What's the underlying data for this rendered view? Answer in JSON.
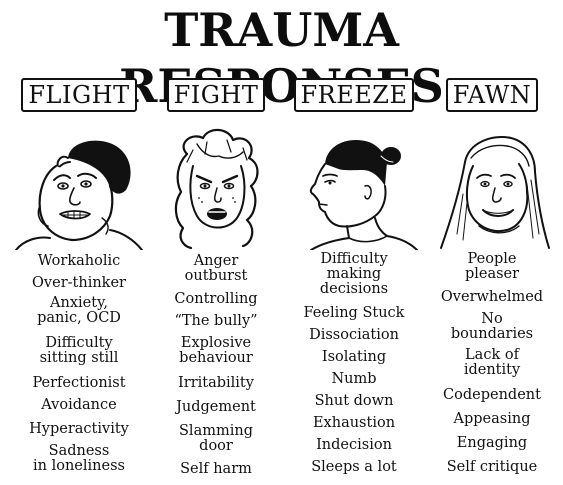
{
  "title": "TRAUMA RESPONSES",
  "columns": [
    {
      "heading": "FLIGHT",
      "traits": [
        "Workaholic",
        "Over-thinker",
        "Anxiety,\npanic, OCD",
        "Difficulty\nsitting still",
        "Perfectionist",
        "Avoidance",
        "Hyperactivity",
        "Sadness\nin loneliness"
      ]
    },
    {
      "heading": "FIGHT",
      "traits": [
        "Anger\noutburst",
        "Controlling",
        "“The bully”",
        "Explosive\nbehaviour",
        "Irritability",
        "Judgement",
        "Slamming\ndoor",
        "Self harm"
      ]
    },
    {
      "heading": "FREEZE",
      "traits": [
        "Difficulty\nmaking\ndecisions",
        "Feeling Stuck",
        "Dissociation",
        "Isolating",
        "Numb",
        "Shut down",
        "Exhaustion",
        "Indecision",
        "Sleeps a lot"
      ]
    },
    {
      "heading": "FAWN",
      "traits": [
        "People\npleaser",
        "Overwhelmed",
        "No\nboundaries",
        "Lack of\nidentity",
        "Codependent",
        "Appeasing",
        "Engaging",
        "Self critique"
      ]
    }
  ]
}
